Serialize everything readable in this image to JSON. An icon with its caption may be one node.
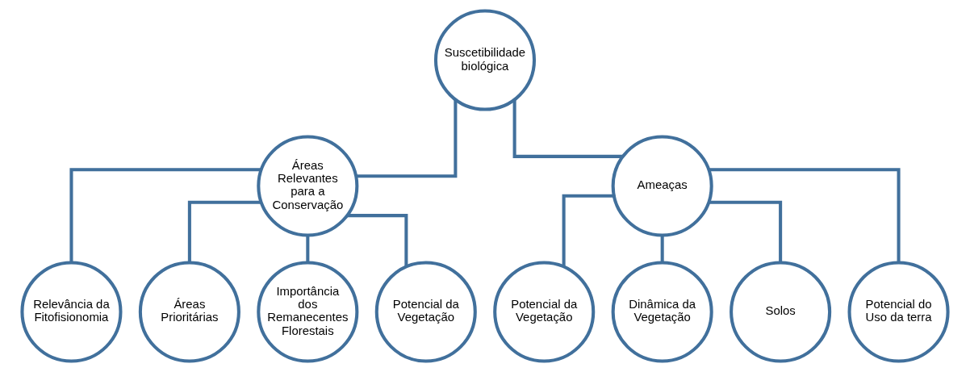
{
  "diagram": {
    "nodes": [
      {
        "text": [
          "Suscetibilidade biológica"
        ]
      },
      {
        "text": [
          "Áreas Relevantes para a Conservação"
        ]
      },
      {
        "text": [
          "Ameaças"
        ]
      },
      {
        "text": [
          "Relevância da Fitofisionomia"
        ]
      },
      {
        "text": [
          "Áreas Prioritárias"
        ]
      },
      {
        "text": [
          "Potencial da Vegetação"
        ]
      },
      {
        "text": [
          "Dinâmica da Vegetação"
        ]
      },
      {
        "text": [
          "Importância dos Remanecentes Florestais"
        ]
      },
      {
        "text": [
          "Potencial da Vegetação"
        ]
      },
      {
        "text": [
          "Solos"
        ]
      },
      {
        "text": [
          "Potencial do Uso da terra"
        ]
      }
    ],
    "edges": [
      {
        "from": 0,
        "to": 1,
        "arrow": "none"
      },
      {
        "from": 0,
        "to": 2,
        "arrow": "none"
      },
      {
        "from": 1,
        "to": 3,
        "arrow": "none"
      },
      {
        "from": 1,
        "to": 4,
        "arrow": "none"
      },
      {
        "from": 1,
        "to": 7,
        "arrow": "none"
      },
      {
        "from": 1,
        "to": 8,
        "arrow": "none"
      },
      {
        "from": 2,
        "to": 5,
        "arrow": "none"
      },
      {
        "from": 2,
        "to": 6,
        "arrow": "none"
      },
      {
        "from": 2,
        "to": 9,
        "arrow": "none"
      },
      {
        "from": 2,
        "to": 10,
        "arrow": "none"
      }
    ]
  }
}
